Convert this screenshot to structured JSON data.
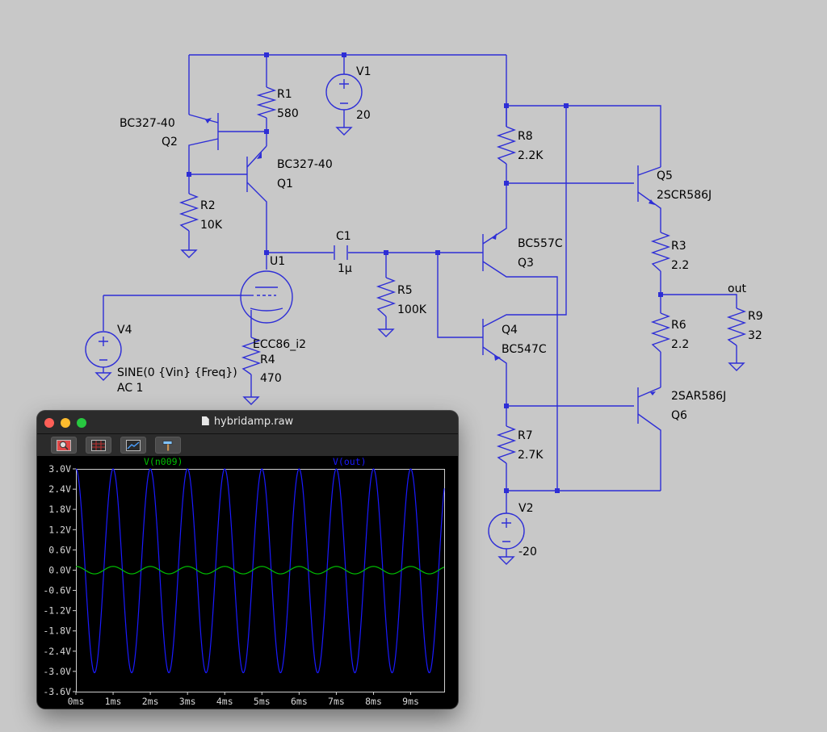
{
  "schematic": {
    "components": {
      "q2_model": "BC327-40",
      "q2_name": "Q2",
      "q1_model": "BC327-40",
      "q1_name": "Q1",
      "r1_name": "R1",
      "r1_value": "580",
      "v1_name": "V1",
      "v1_value": "20",
      "r2_name": "R2",
      "r2_value": "10K",
      "r8_name": "R8",
      "r8_value": "2.2K",
      "q5_name": "Q5",
      "q5_model": "2SCR586J",
      "c1_name": "C1",
      "c1_value": "1μ",
      "u1_name": "U1",
      "u1_model": "ECC86_i2",
      "q3_model": "BC557C",
      "q3_name": "Q3",
      "r3_name": "R3",
      "r3_value": "2.2",
      "r5_name": "R5",
      "r5_value": "100K",
      "out_label": "out",
      "r9_name": "R9",
      "r9_value": "32",
      "v4_name": "V4",
      "v4_source": "SINE(0 {Vin} {Freq})",
      "v4_ac": "AC 1",
      "r4_name": "R4",
      "r4_value": "470",
      "q4_name": "Q4",
      "q4_model": "BC547C",
      "r6_name": "R6",
      "r6_value": "2.2",
      "q6_model": "2SAR586J",
      "q6_name": "Q6",
      "r7_name": "R7",
      "r7_value": "2.7K",
      "v2_name": "V2",
      "v2_value": "-20"
    },
    "colors": {
      "wire": "#2e2ed6",
      "background": "#c8c8c8"
    }
  },
  "waveform_window": {
    "title": "hybridamp.raw",
    "toolbar_icons": [
      "zoom-icon",
      "grid-icon",
      "autorange-icon",
      "hammer-icon"
    ],
    "traces": [
      {
        "label": "V(n009)",
        "color": "#00c000"
      },
      {
        "label": "V(out)",
        "color": "#1a1aff"
      }
    ]
  },
  "chart_data": {
    "type": "line",
    "title": "",
    "xlabel": "",
    "ylabel": "",
    "x_ticks": [
      "0ms",
      "1ms",
      "2ms",
      "3ms",
      "4ms",
      "5ms",
      "6ms",
      "7ms",
      "8ms",
      "9ms"
    ],
    "y_ticks": [
      "3.0V",
      "2.4V",
      "1.8V",
      "1.2V",
      "0.6V",
      "0.0V",
      "-0.6V",
      "-1.2V",
      "-1.8V",
      "-2.4V",
      "-3.0V",
      "-3.6V"
    ],
    "xlim": [
      0,
      9.9
    ],
    "ylim": [
      -3.6,
      3.0
    ],
    "grid": false,
    "legend": "top",
    "series": [
      {
        "name": "V(n009)",
        "type": "sine",
        "amplitude": 0.11,
        "offset": 0.0,
        "frequency_hz": 1000,
        "phase_deg": 90
      },
      {
        "name": "V(out)",
        "type": "sine",
        "amplitude": 3.02,
        "offset": -0.02,
        "frequency_hz": 1000,
        "phase_deg": 90
      }
    ]
  }
}
